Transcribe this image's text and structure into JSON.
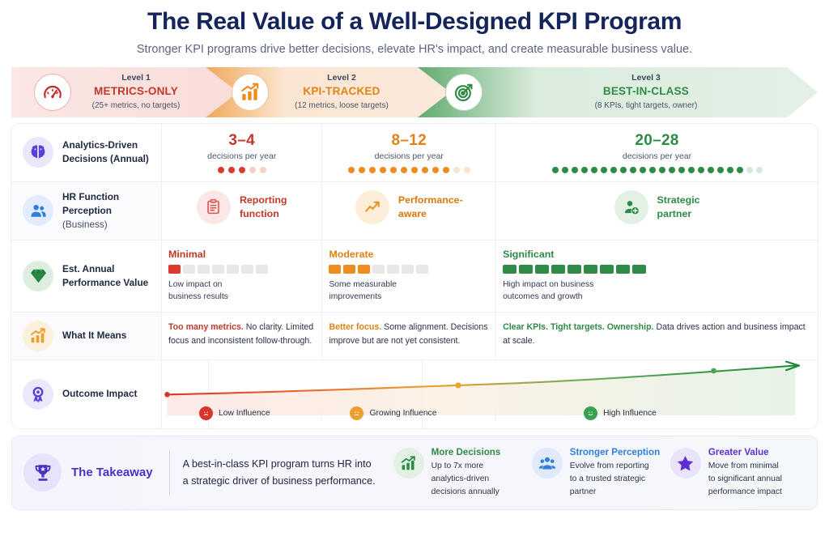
{
  "header": {
    "title": "The Real Value of a Well-Designed KPI Program",
    "subtitle": "Stronger KPI programs drive better decisions, elevate HR's impact, and create measurable business value."
  },
  "colors": {
    "level1": "#c0392b",
    "level1_dot": "#dc3a2e",
    "level1_pale": "#f7cfcb",
    "level2": "#e08214",
    "level2_dot": "#ef8c1f",
    "level2_pale": "#fae3cd",
    "level3": "#2e8b45",
    "level3_dot": "#2f8b45",
    "level3_pale": "#d6e9d8",
    "navy": "#16245c",
    "purple": "#4b2fc4",
    "blue": "#2f7fd8"
  },
  "levels": [
    {
      "kicker": "Level 1",
      "name": "METRICS-ONLY",
      "detail": "(25+ metrics, no targets)",
      "icon": "gauge-icon"
    },
    {
      "kicker": "Level 2",
      "name": "KPI-TRACKED",
      "detail": "(12 metrics, loose targets)",
      "icon": "bar-chart-arrow-icon"
    },
    {
      "kicker": "Level 3",
      "name": "BEST-IN-CLASS",
      "detail": "(8 KPIs, tight targets, owner)",
      "icon": "target-icon"
    }
  ],
  "rows": [
    {
      "label_main": "Analytics-Driven",
      "label_sub": "Decisions (Annual)",
      "label_sub_light": "",
      "icon": "brain-icon"
    },
    {
      "label_main": "HR Function",
      "label_sub": "Perception ",
      "label_sub_light": "(Business)",
      "icon": "people-icon"
    },
    {
      "label_main": "Est. Annual",
      "label_sub": "Performance Value",
      "label_sub_light": "",
      "icon": "diamond-icon"
    },
    {
      "label_main": "What It Means",
      "label_sub": "",
      "label_sub_light": "",
      "icon": "growth-chart-icon"
    },
    {
      "label_main": "Outcome Impact",
      "label_sub": "",
      "label_sub_light": "",
      "icon": "award-ribbon-icon"
    }
  ],
  "decisions": {
    "unit": "decisions per year",
    "cells": [
      {
        "value": "3–4",
        "filled": 3,
        "faded": 2
      },
      {
        "value": "8–12",
        "filled": 10,
        "faded": 2
      },
      {
        "value": "20–28",
        "filled": 20,
        "faded": 2
      }
    ]
  },
  "perception": {
    "cells": [
      {
        "line1": "Reporting",
        "line2": "function",
        "icon": "clipboard-icon"
      },
      {
        "line1": "Performance-",
        "line2": "aware",
        "icon": "trend-arrow-icon"
      },
      {
        "line1": "Strategic",
        "line2": "partner",
        "icon": "person-plus-icon"
      }
    ]
  },
  "value": {
    "cells": [
      {
        "rating": "Minimal",
        "filled": 1,
        "total": 7,
        "desc1": "Low impact on",
        "desc2": "business results"
      },
      {
        "rating": "Moderate",
        "filled": 3,
        "total": 7,
        "desc1": "Some measurable",
        "desc2": "improvements"
      },
      {
        "rating": "Significant",
        "filled": 9,
        "total": 9,
        "desc1": "High impact on business",
        "desc2": "outcomes and growth"
      }
    ]
  },
  "meaning": {
    "cells": [
      {
        "lead": "Too many metrics.",
        "rest": " No clarity. Limited focus and inconsistent follow-through."
      },
      {
        "lead": "Better focus.",
        "rest": " Some alignment. Decisions improve but are not yet consistent."
      },
      {
        "lead": "Clear KPIs. Tight targets. Ownership.",
        "rest": " Data drives action and business impact at scale."
      }
    ]
  },
  "outcome": {
    "markers": [
      {
        "label": "Low Influence",
        "face": "frown-face-icon"
      },
      {
        "label": "Growing Influence",
        "face": "neutral-face-icon"
      },
      {
        "label": "High Influence",
        "face": "smile-face-icon"
      }
    ]
  },
  "takeaway": {
    "title": "The Takeaway",
    "icon": "trophy-icon",
    "body_line1": "A best-in-class KPI program turns HR into",
    "body_line2": "a strategic driver of business performance.",
    "cards": [
      {
        "title": "More Decisions",
        "icon": "bar-chart-arrow-icon",
        "d1": "Up to 7x more",
        "d2": "analytics-driven",
        "d3": "decisions annually"
      },
      {
        "title": "Stronger Perception",
        "icon": "people-group-icon",
        "d1": "Evolve from reporting",
        "d2": "to a trusted strategic",
        "d3": "partner"
      },
      {
        "title": "Greater Value",
        "icon": "star-icon",
        "d1": "Move from minimal",
        "d2": "to significant annual",
        "d3": "performance impact"
      }
    ]
  }
}
